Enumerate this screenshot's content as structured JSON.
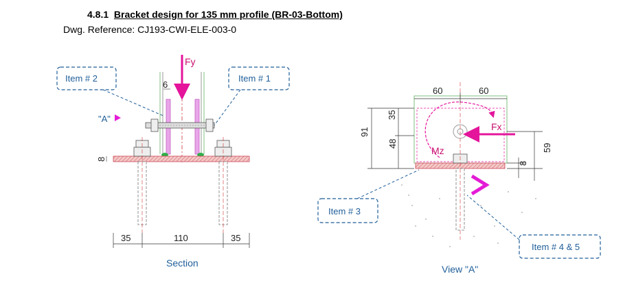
{
  "heading": {
    "number": "4.8.1",
    "title": "Bracket design for 135 mm profile (BR-03-Bottom)"
  },
  "drawing_reference": "Dwg. Reference: CJ193-CWI-ELE-003-0",
  "section_view": {
    "caption": "Section",
    "load_label": "Fy",
    "view_marker": "\"A\"",
    "callouts": {
      "left": "Item # 2",
      "right": "Item # 1"
    },
    "dims": {
      "plate_thickness": "6",
      "base_thickness": "8",
      "left_edge": "35",
      "center": "110",
      "right_edge": "35"
    }
  },
  "elevation_view": {
    "caption": "View \"A\"",
    "load_fx": "Fx",
    "moment": "Mz",
    "callouts": {
      "item3": "Item # 3",
      "item45": "Item # 4 & 5"
    },
    "dims": {
      "width_left": "60",
      "width_right": "60",
      "upper": "35",
      "lower": "48",
      "total": "91",
      "right_height": "59",
      "base": "8"
    }
  },
  "colors": {
    "callout": "#1f5e99",
    "load": "#e4149b",
    "plate": "#d97b7b",
    "weld": "#2fb04a",
    "dim": "#222222"
  }
}
